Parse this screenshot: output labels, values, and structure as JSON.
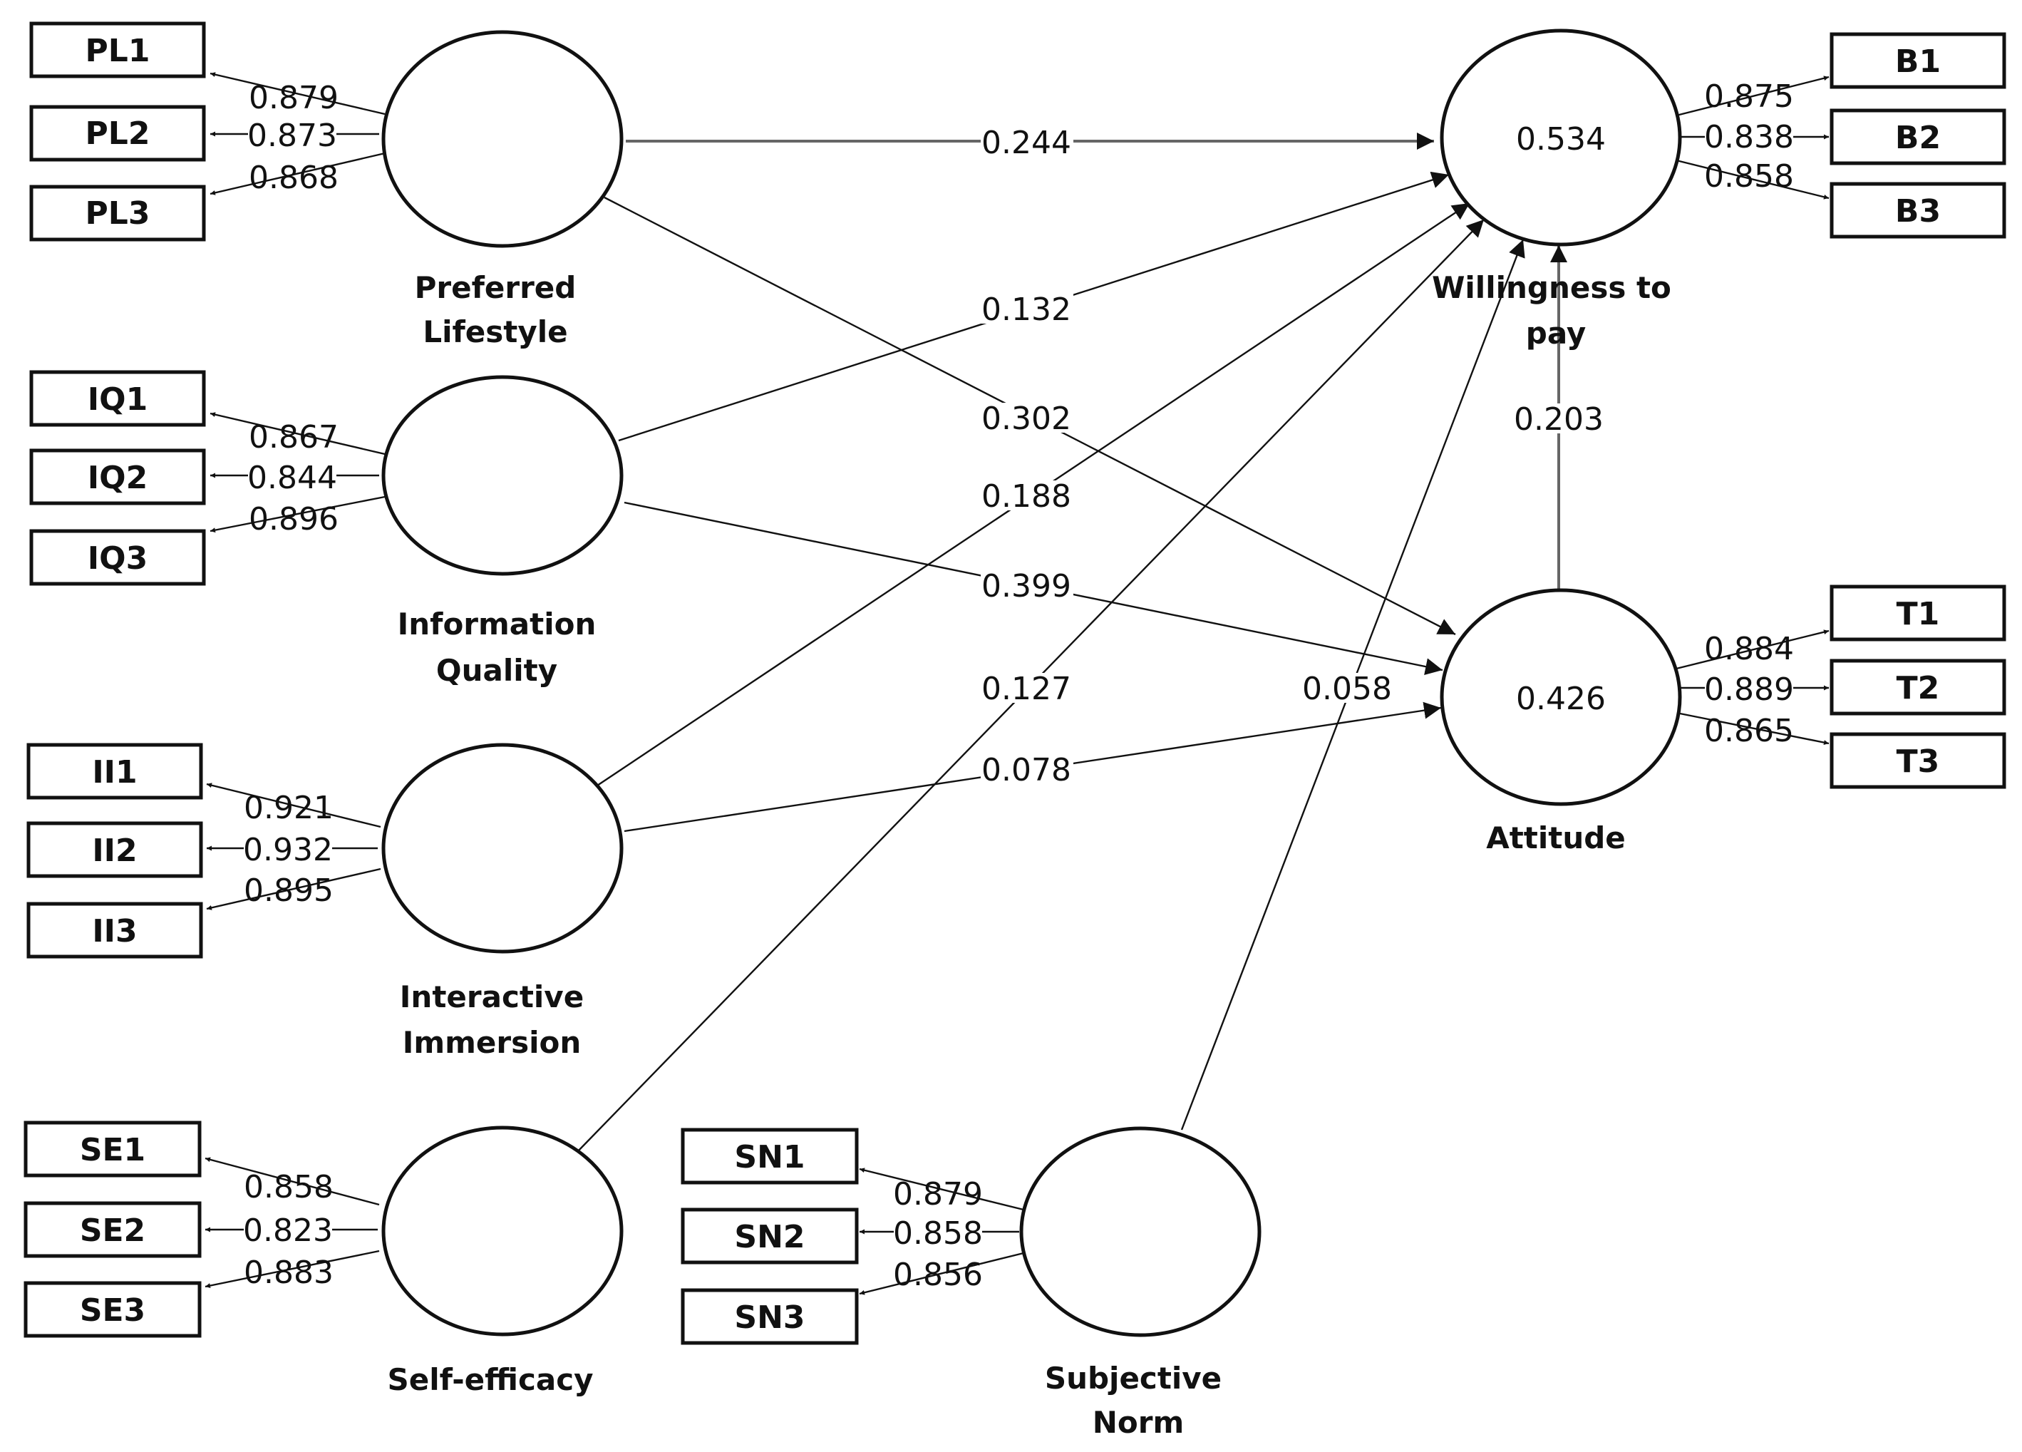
{
  "latent_variables": {
    "PL": {
      "name_line1": "Preferred",
      "name_line2": "Lifestyle"
    },
    "IQ": {
      "name_line1": "Information",
      "name_line2": "Quality"
    },
    "II": {
      "name_line1": "Interactive",
      "name_line2": "Immersion"
    },
    "SE": {
      "name_line1": "Self-efficacy",
      "name_line2": ""
    },
    "SN": {
      "name_line1": "Subjective",
      "name_line2": "Norm"
    },
    "WTP": {
      "name_line1": "Willingness to",
      "name_line2": "pay",
      "r2": "0.534"
    },
    "ATT": {
      "name_line1": "Attitude",
      "name_line2": "",
      "r2": "0.426"
    }
  },
  "indicators": {
    "PL": [
      {
        "label": "PL1",
        "loading": "0.879"
      },
      {
        "label": "PL2",
        "loading": "0.873"
      },
      {
        "label": "PL3",
        "loading": "0.868"
      }
    ],
    "IQ": [
      {
        "label": "IQ1",
        "loading": "0.867"
      },
      {
        "label": "IQ2",
        "loading": "0.844"
      },
      {
        "label": "IQ3",
        "loading": "0.896"
      }
    ],
    "II": [
      {
        "label": "II1",
        "loading": "0.921"
      },
      {
        "label": "II2",
        "loading": "0.932"
      },
      {
        "label": "II3",
        "loading": "0.895"
      }
    ],
    "SE": [
      {
        "label": "SE1",
        "loading": "0.858"
      },
      {
        "label": "SE2",
        "loading": "0.823"
      },
      {
        "label": "SE3",
        "loading": "0.883"
      }
    ],
    "SN": [
      {
        "label": "SN1",
        "loading": "0.879"
      },
      {
        "label": "SN2",
        "loading": "0.858"
      },
      {
        "label": "SN3",
        "loading": "0.856"
      }
    ],
    "WTP": [
      {
        "label": "B1",
        "loading": "0.875"
      },
      {
        "label": "B2",
        "loading": "0.838"
      },
      {
        "label": "B3",
        "loading": "0.858"
      }
    ],
    "ATT": [
      {
        "label": "T1",
        "loading": "0.884"
      },
      {
        "label": "T2",
        "loading": "0.889"
      },
      {
        "label": "T3",
        "loading": "0.865"
      }
    ]
  },
  "paths": {
    "pl_wtp": "0.244",
    "iq_wtp": "0.132",
    "pl_att": "0.302",
    "ii_wtp": "0.188",
    "iq_att": "0.399",
    "se_wtp": "0.127",
    "sn_wtp": "0.058",
    "ii_att": "0.078",
    "att_wtp": "0.203"
  }
}
